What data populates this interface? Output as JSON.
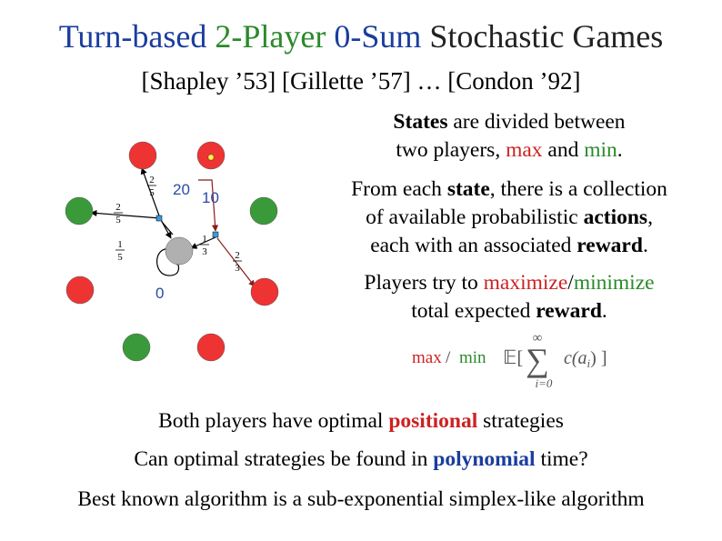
{
  "title": {
    "part1": "Turn-based ",
    "part2": "2-Player ",
    "part3": "0-Sum ",
    "part4": "Stochastic Games"
  },
  "subtitle": "[Shapley ’53] [Gillette ’57] … [Condon ’92]",
  "p1": {
    "t1": "States",
    "t2": " are divided between",
    "t3": "two players, ",
    "t4": "max",
    "t5": " and ",
    "t6": "min",
    "t7": "."
  },
  "p2": {
    "t1": "From each ",
    "t2": "state",
    "t3": ", there is a collection",
    "t4": "of available probabilistic ",
    "t5": "actions",
    "t6": ",",
    "t7": "each with an associated ",
    "t8": "reward",
    "t9": "."
  },
  "p3": {
    "t1": "Players try to ",
    "t2": "maximize",
    "t3": "/",
    "t4": "minimize",
    "t5": "total expected ",
    "t6": "reward",
    "t7": "."
  },
  "formula": {
    "max": "max",
    "slash": "/",
    "min": "min",
    "E": "𝔼[",
    "infinity": "∞",
    "sum": "∑",
    "lower": "i=0",
    "term": "c(a",
    "sub": "i",
    "close": ") ]"
  },
  "diagram": {
    "prob_25a": [
      "2",
      "5"
    ],
    "prob_25b": [
      "2",
      "5"
    ],
    "prob_15": [
      "1",
      "5"
    ],
    "prob_13": [
      "1",
      "3"
    ],
    "prob_23": [
      "2",
      "3"
    ],
    "reward_20": "20",
    "reward_10": "10",
    "reward_0": "0"
  },
  "line1": {
    "t1": "Both players have optimal ",
    "t2": "positional",
    "t3": " strategies"
  },
  "line2": {
    "t1": "Can optimal strategies be found in ",
    "t2": "polynomial",
    "t3": " time?"
  },
  "line3": "Best known algorithm is a sub-exponential simplex-like algorithm",
  "colors": {
    "max_state": "#ee3333",
    "min_state": "#3a9a3a",
    "chance_state": "#b0b0b0",
    "action_node": "#3a9ad9",
    "accent_red": "#cc2222",
    "accent_blue": "#1a3d9e",
    "accent_green": "#2a8a2a"
  }
}
